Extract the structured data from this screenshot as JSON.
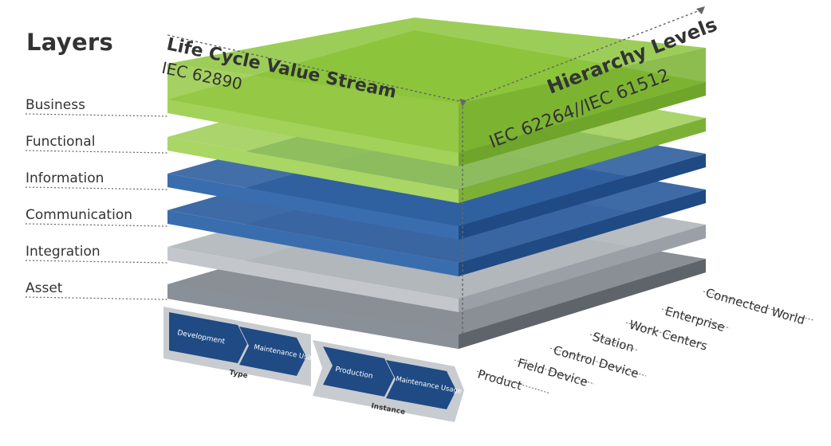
{
  "title": "Layers",
  "layers": [
    "Business",
    "Functional",
    "Information",
    "Communication",
    "Integration",
    "Asset"
  ],
  "life_cycle": {
    "title": "Life Cycle Value Stream",
    "standard": "IEC 62890",
    "type_group": {
      "label": "Type",
      "steps": [
        "Development",
        "Maintenance Usage"
      ]
    },
    "instance_group": {
      "label": "Instance",
      "steps": [
        "Production",
        "Maintenance Usage"
      ]
    }
  },
  "hierarchy": {
    "title": "Hierarchy Levels",
    "standard": "IEC 62264//IEC 61512",
    "levels": [
      "Product",
      "Field Device",
      "Control Device",
      "Station",
      "Work Centers",
      "Enterprise",
      "Connected World"
    ]
  },
  "colors": {
    "green_top": "#8cc43c",
    "green_side_front": "#9ccd52",
    "green_side_right": "#6fa52a",
    "blue_top": "#2f5f9f",
    "blue_side": "#1f4a84",
    "grey_light": "#a8adb3",
    "grey_dark": "#7d838a",
    "text": "#333333",
    "dotted": "#666666"
  }
}
